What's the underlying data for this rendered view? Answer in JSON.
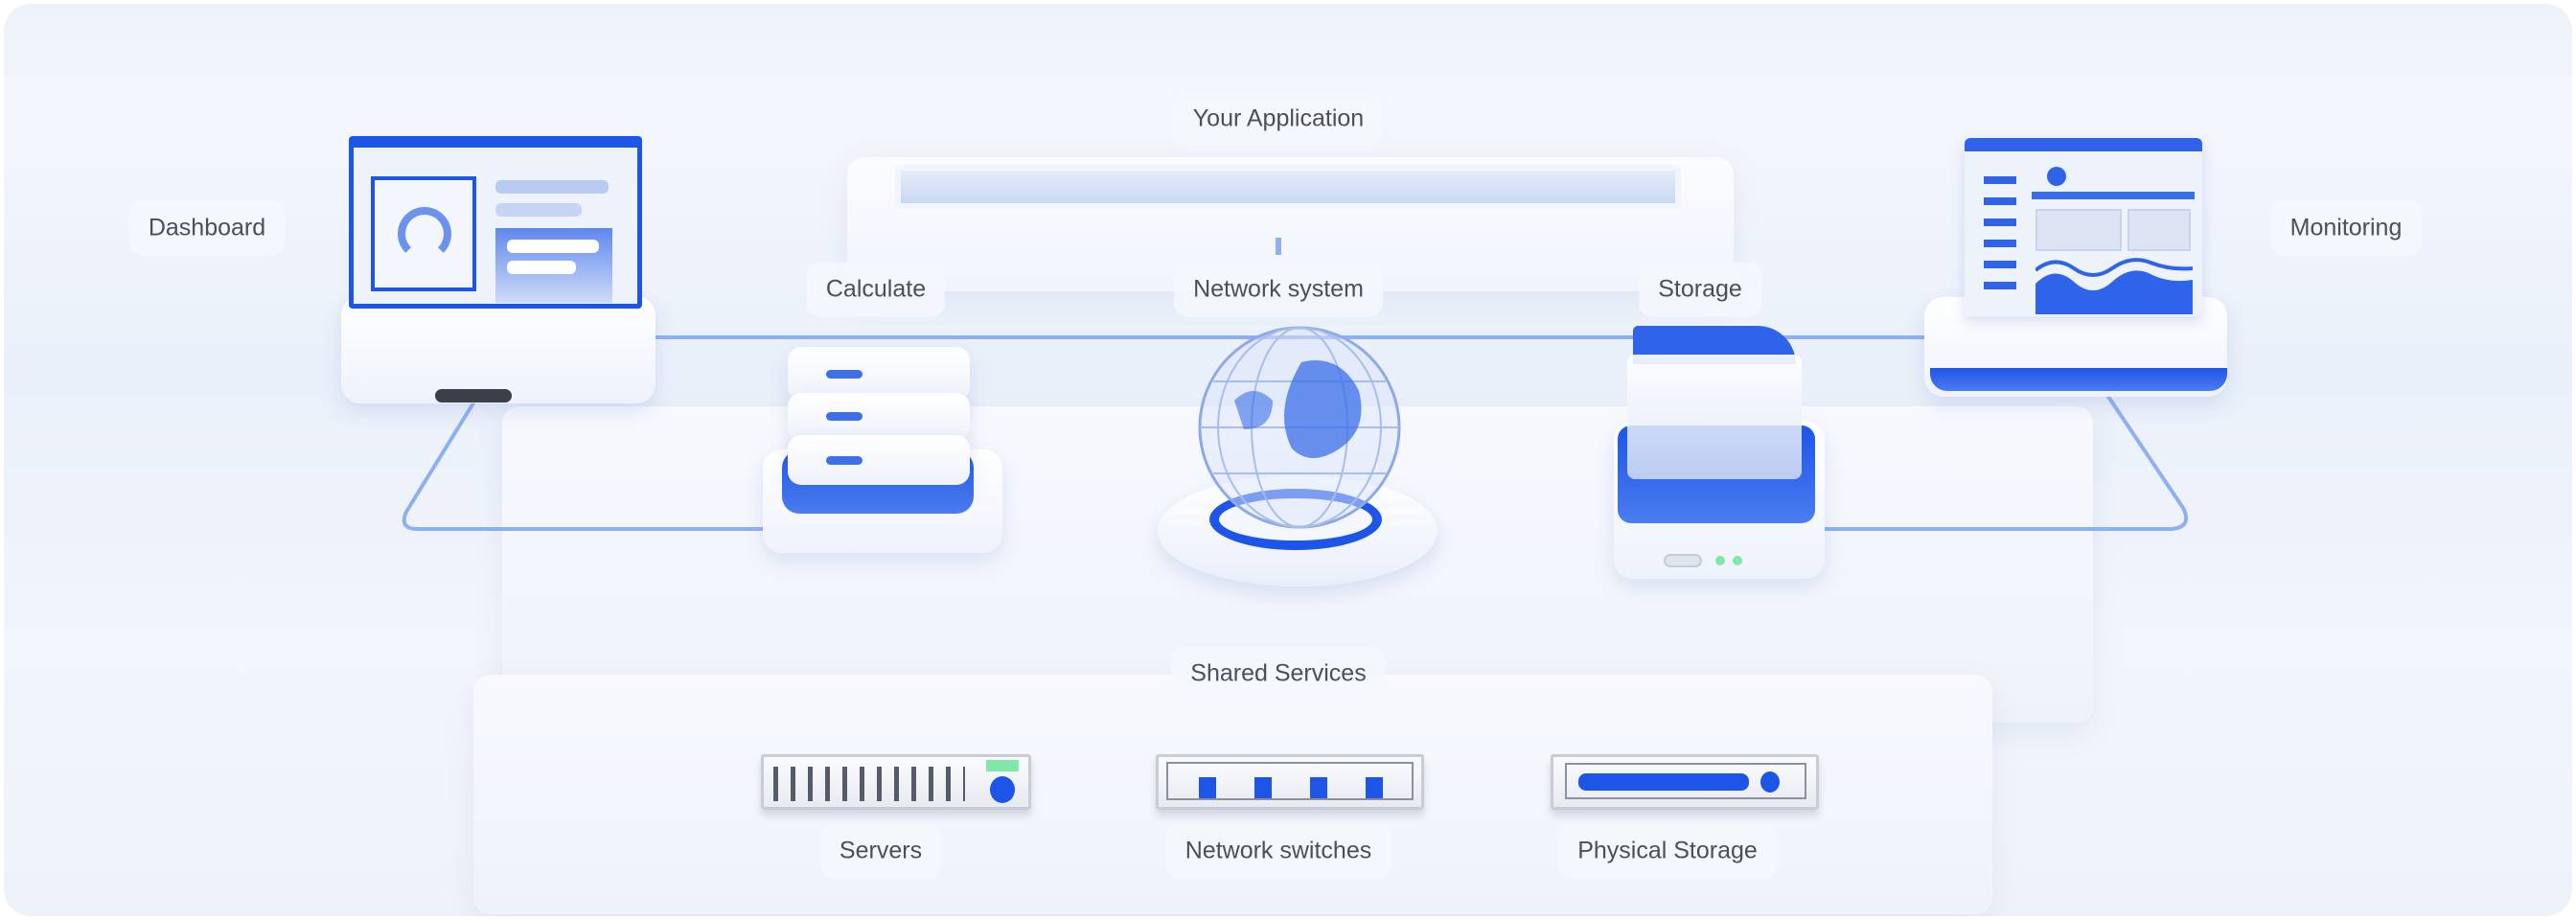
{
  "labels": {
    "your_application": "Your Application",
    "dashboard": "Dashboard",
    "calculate": "Calculate",
    "network_system": "Network system",
    "storage": "Storage",
    "monitoring": "Monitoring",
    "shared_services": "Shared Services",
    "servers": "Servers",
    "network_switches": "Network switches",
    "physical_storage": "Physical Storage"
  },
  "colors": {
    "accent": "#1d55e8",
    "line": "#8fb0f0",
    "led": "#7fe8a8"
  }
}
